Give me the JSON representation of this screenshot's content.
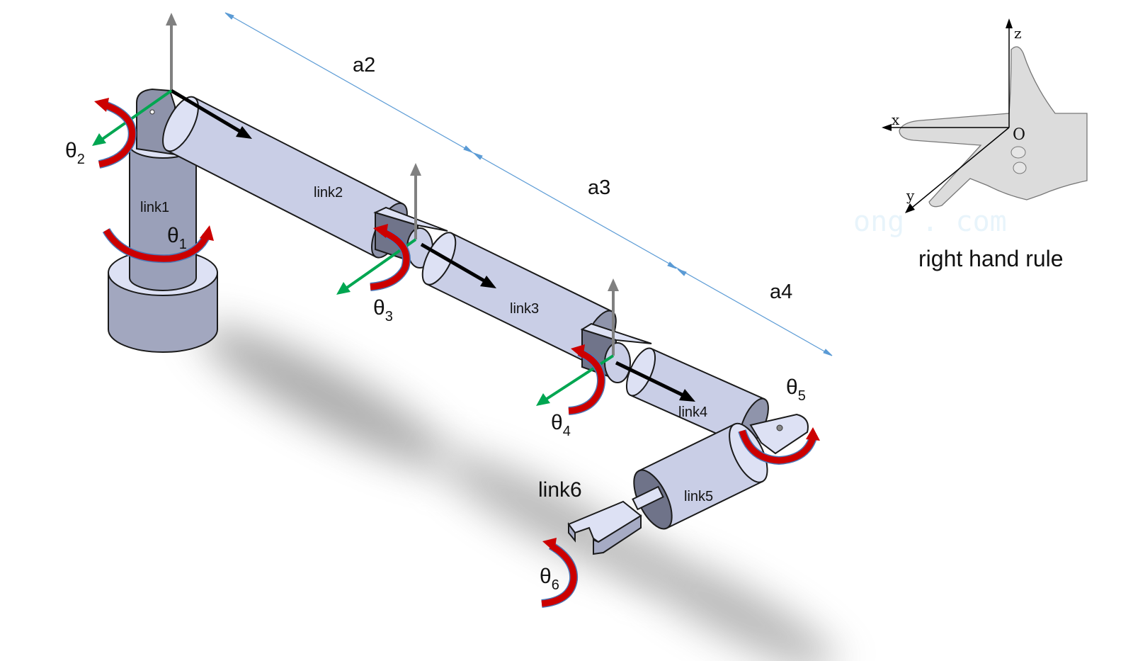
{
  "dimensions": [
    "a2",
    "a3",
    "a4"
  ],
  "links": [
    "link1",
    "link2",
    "link3",
    "link4",
    "link5",
    "link6"
  ],
  "joints": [
    {
      "symbol": "θ",
      "sub": "1"
    },
    {
      "symbol": "θ",
      "sub": "2"
    },
    {
      "symbol": "θ",
      "sub": "3"
    },
    {
      "symbol": "θ",
      "sub": "4"
    },
    {
      "symbol": "θ",
      "sub": "5"
    },
    {
      "symbol": "θ",
      "sub": "6"
    }
  ],
  "right_hand_rule": {
    "caption": "right hand rule",
    "axes": {
      "x": "x",
      "y": "y",
      "z": "z",
      "origin": "O"
    },
    "watermark": "ong . com"
  },
  "colors": {
    "z_axis": "#808080",
    "x_axis": "#000000",
    "y_axis": "#00a651",
    "rotation": "#cc0000",
    "dimension_line": "#5b9bd5",
    "link_body": "#c9cee6"
  }
}
